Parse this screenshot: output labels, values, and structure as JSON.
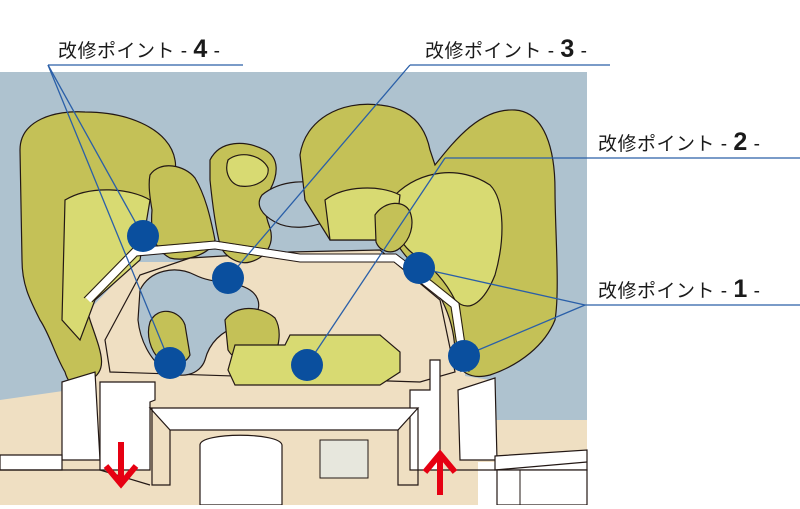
{
  "labels": [
    {
      "text": "改修ポイント",
      "number": "1"
    },
    {
      "text": "改修ポイント",
      "number": "2"
    },
    {
      "text": "改修ポイント",
      "number": "3"
    },
    {
      "text": "改修ポイント",
      "number": "4"
    }
  ],
  "colors": {
    "water": "#aec2cf",
    "rock": "#c4c157",
    "rock_light": "#d8da72",
    "floor": "#efdfc2",
    "wall": "#ffffff",
    "outline": "#231815",
    "point": "#0a4f9e",
    "leader": "#2a5fa8",
    "arrow": "#e60012"
  },
  "icons": {
    "down_arrow": "down-arrow-icon",
    "up_arrow": "up-arrow-icon"
  }
}
